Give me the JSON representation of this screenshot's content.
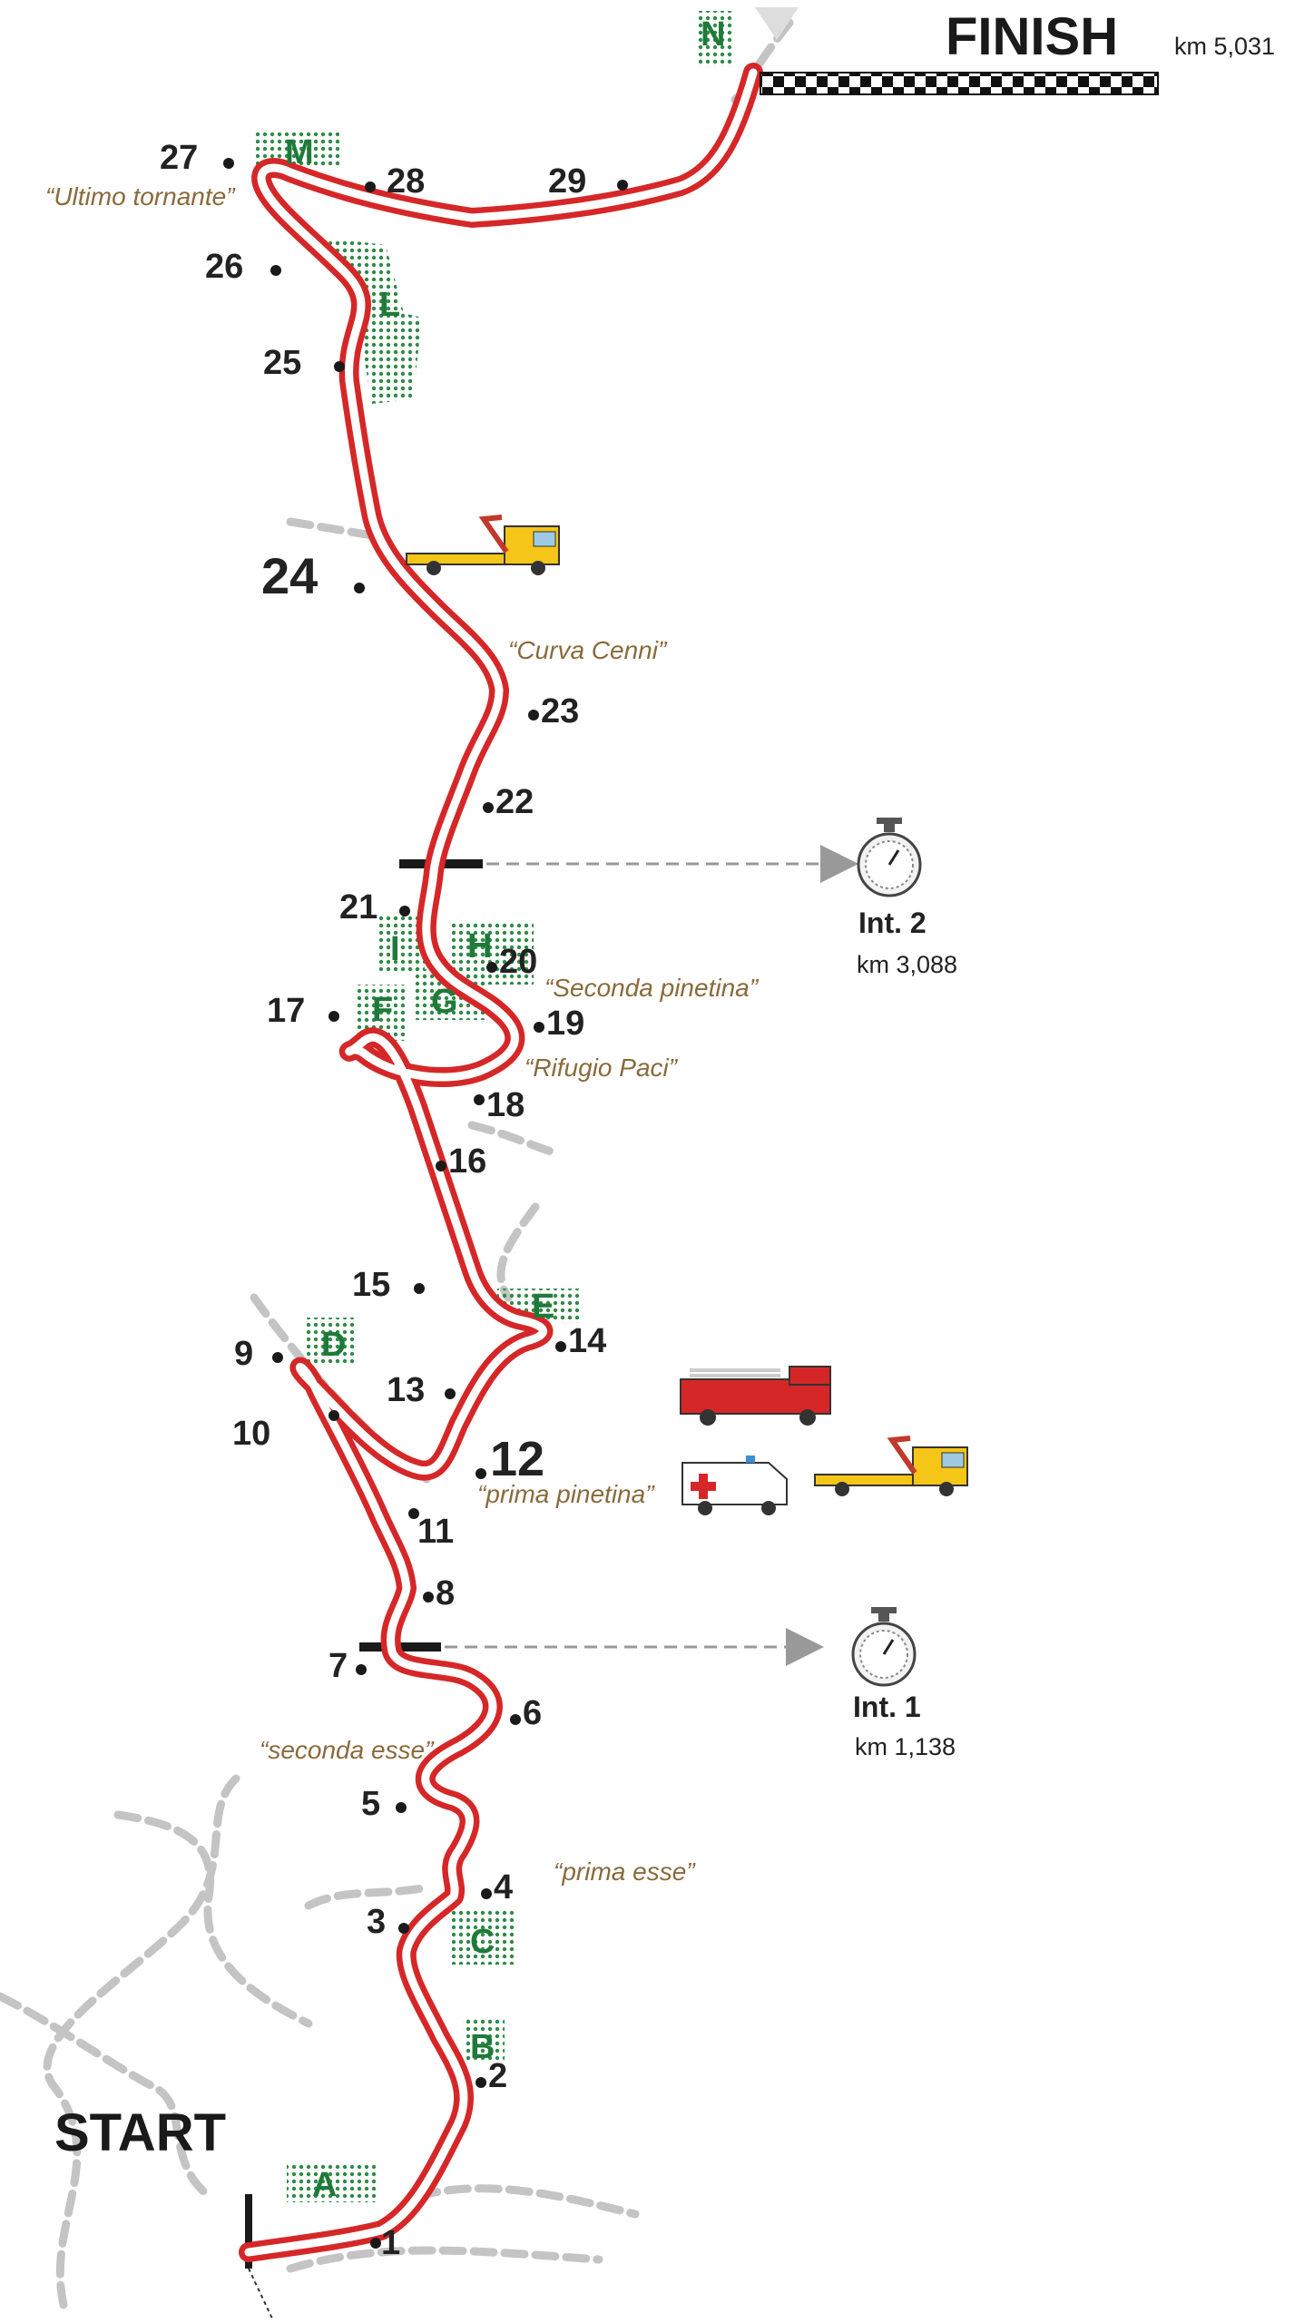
{
  "finish": {
    "label": "FINISH",
    "km": "km 5,031"
  },
  "start": {
    "label": "START"
  },
  "intermediate_1": {
    "label": "Int. 1",
    "km": "km 1,138"
  },
  "intermediate_2": {
    "label": "Int. 2",
    "km": "km 3,088"
  },
  "turn_names": {
    "ultimo_tornante": "“Ultimo tornante”",
    "curva_cenni": "“Curva Cenni”",
    "seconda_pinetina": "“Seconda pinetina”",
    "rifugio_paci": "“Rifugio Paci”",
    "prima_pinetina": "“prima pinetina”",
    "seconda_esse": "“seconda esse”",
    "prima_esse": "“prima esse”"
  },
  "markers": {
    "m1": "1",
    "m2": "2",
    "m3": "3",
    "m4": "4",
    "m5": "5",
    "m6": "6",
    "m7": "7",
    "m8": "8",
    "m9": "9",
    "m10": "10",
    "m11": "11",
    "m12": "12",
    "m13": "13",
    "m14": "14",
    "m15": "15",
    "m16": "16",
    "m17": "17",
    "m18": "18",
    "m19": "19",
    "m20": "20",
    "m21": "21",
    "m22": "22",
    "m23": "23",
    "m24": "24",
    "m25": "25",
    "m26": "26",
    "m27": "27",
    "m28": "28",
    "m29": "29"
  },
  "zones": {
    "a": "A",
    "b": "B",
    "c": "C",
    "d": "D",
    "e": "E",
    "f": "F",
    "g": "G",
    "h": "H",
    "i": "I",
    "l": "L",
    "m": "M",
    "n": "N"
  },
  "colors": {
    "track": "#d62728",
    "zone": "#1f7a3a",
    "path": "#bbbbbb",
    "label": "#8a6a3c"
  },
  "icons": [
    "tow-truck-icon",
    "fire-truck-icon",
    "ambulance-icon",
    "stopwatch-icon",
    "checkered-flag-icon"
  ]
}
